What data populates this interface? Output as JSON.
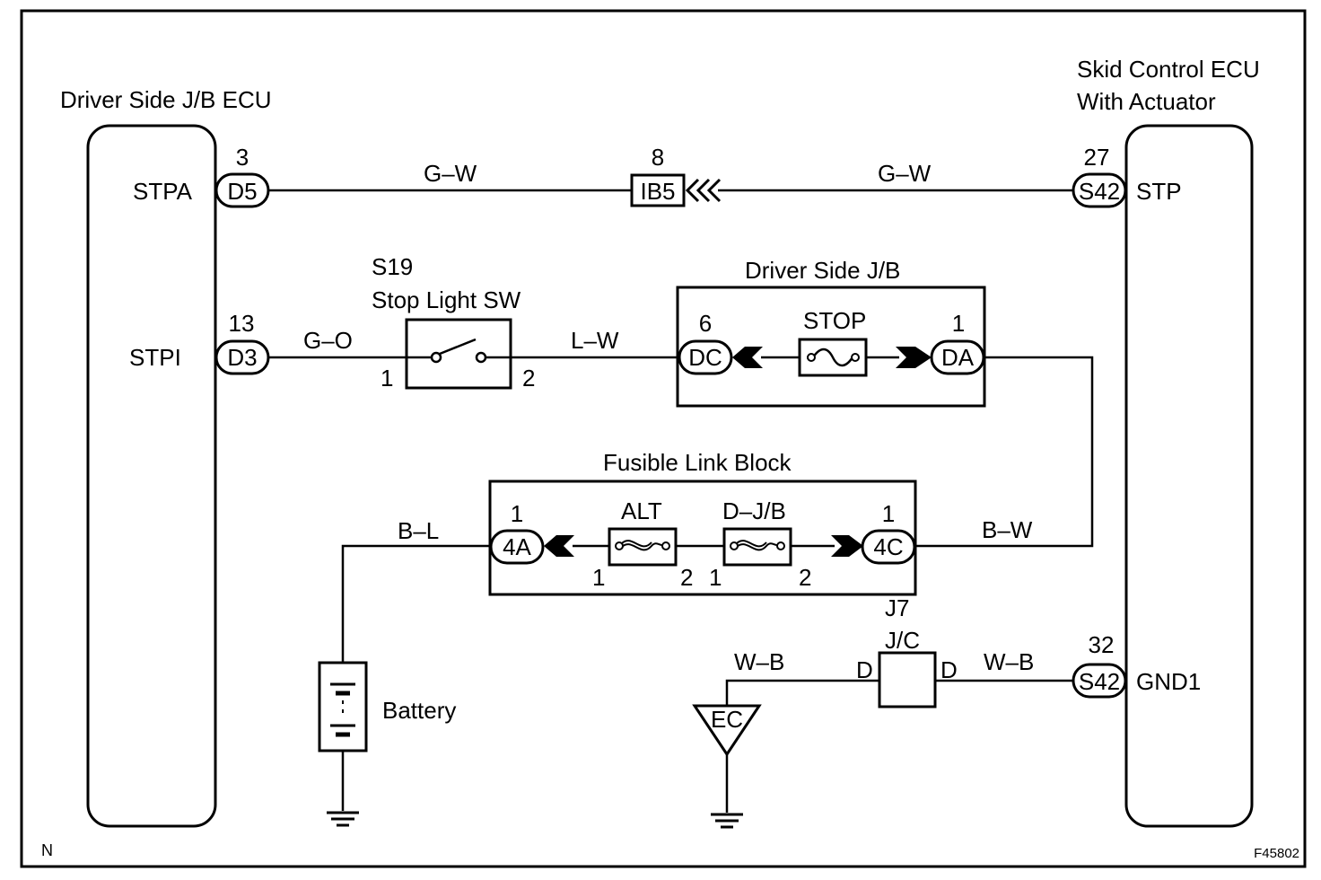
{
  "figure_id": "F45802",
  "corner_mark": "N",
  "ecu_left": {
    "title": "Driver Side J/B ECU",
    "pin_stpa": "STPA",
    "pin_stpi": "STPI"
  },
  "ecu_right": {
    "title_line1": "Skid Control ECU",
    "title_line2": "With Actuator",
    "pin_stp": "STP",
    "pin_gnd1": "GND1"
  },
  "connectors": {
    "d5": {
      "label": "D5",
      "pin": "3"
    },
    "d3": {
      "label": "D3",
      "pin": "13"
    },
    "ib5": {
      "label": "IB5",
      "pin": "8"
    },
    "s42_top": {
      "label": "S42",
      "pin": "27"
    },
    "s42_bottom": {
      "label": "S42",
      "pin": "32"
    },
    "dc": {
      "label": "DC",
      "pin": "6"
    },
    "da": {
      "label": "DA",
      "pin": "1"
    },
    "c4a": {
      "label": "4A",
      "pin": "1"
    },
    "c4c": {
      "label": "4C",
      "pin": "1"
    },
    "ec": {
      "label": "EC"
    },
    "jc_left": {
      "label": "D"
    },
    "jc_right": {
      "label": "D"
    }
  },
  "wires": {
    "gw_left": "G–W",
    "gw_right": "G–W",
    "go": "G–O",
    "lw": "L–W",
    "bl": "B–L",
    "bw": "B–W",
    "wb_left": "W–B",
    "wb_right": "W–B"
  },
  "stop_light_sw": {
    "code": "S19",
    "name": "Stop Light SW",
    "pin_in": "1",
    "pin_out": "2"
  },
  "driver_jb": {
    "title": "Driver Side J/B",
    "fuse": "STOP"
  },
  "fusible_link_block": {
    "title": "Fusible Link Block",
    "fuse_alt": "ALT",
    "fuse_djb": "D–J/B",
    "alt_pin_in": "1",
    "alt_pin_out": "2",
    "djb_pin_in": "1",
    "djb_pin_out": "2"
  },
  "junction_connector": {
    "code": "J7",
    "name": "J/C"
  },
  "battery": {
    "label": "Battery"
  }
}
